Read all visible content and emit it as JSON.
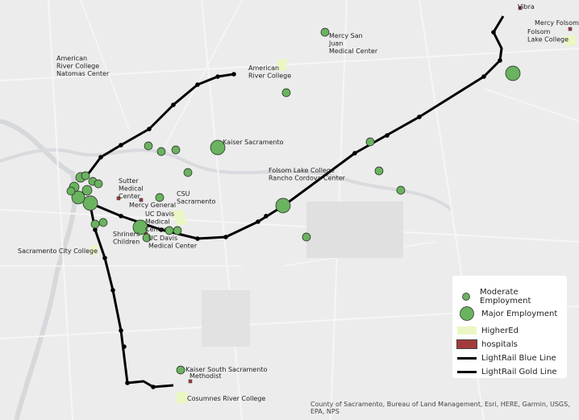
{
  "colors": {
    "background": "#ececec",
    "employment": "#6ab35f",
    "higher_ed": "#eaf7c4",
    "hospital": "#a33a3a",
    "rail": "#000000"
  },
  "labels": {
    "vibra": "Vibra",
    "mercy_folsom": "Mercy Folsom",
    "folsom_lake_college": "Folsom\nLake College",
    "mercy_san_juan": "Mercy San\nJuan\nMedical Center",
    "arc_natomas": "American\nRiver College\nNatomas Center",
    "american_river_college": "American\nRiver College",
    "kaiser_sacramento": "Kaiser Sacramento",
    "folsom_lake_rancho": "Folsom Lake College\nRancho Cordova Center",
    "sutter": "Sutter\nMedical\nCenter",
    "mercy_general": "Mercy General",
    "csu": "CSU\nSacramento",
    "ucd_med_1": "UC Davis\nMedical\nCenter",
    "shriners": "Shriners\nChildren",
    "ucd_med_2": "UC Davis\nMedical Center",
    "sac_city": "Sacramento City College",
    "kaiser_south": "Kaiser South Sacramento",
    "methodist": "Methodist",
    "cosumnes": "Cosumnes River College"
  },
  "legend": {
    "items": [
      {
        "label": "Moderate Employment",
        "icon": "small-green-circle"
      },
      {
        "label": "Major Employment",
        "icon": "large-green-circle"
      },
      {
        "label": "HigherEd",
        "icon": "pale-yellow-square"
      },
      {
        "label": "hospitals",
        "icon": "dark-red-square"
      },
      {
        "label": "LightRail Blue Line",
        "icon": "black-line"
      },
      {
        "label": "LightRail Gold Line",
        "icon": "black-line"
      }
    ]
  },
  "attribution": "County of Sacramento, Bureau of Land Management, Esri, HERE, Garmin, USGS, EPA, NPS"
}
